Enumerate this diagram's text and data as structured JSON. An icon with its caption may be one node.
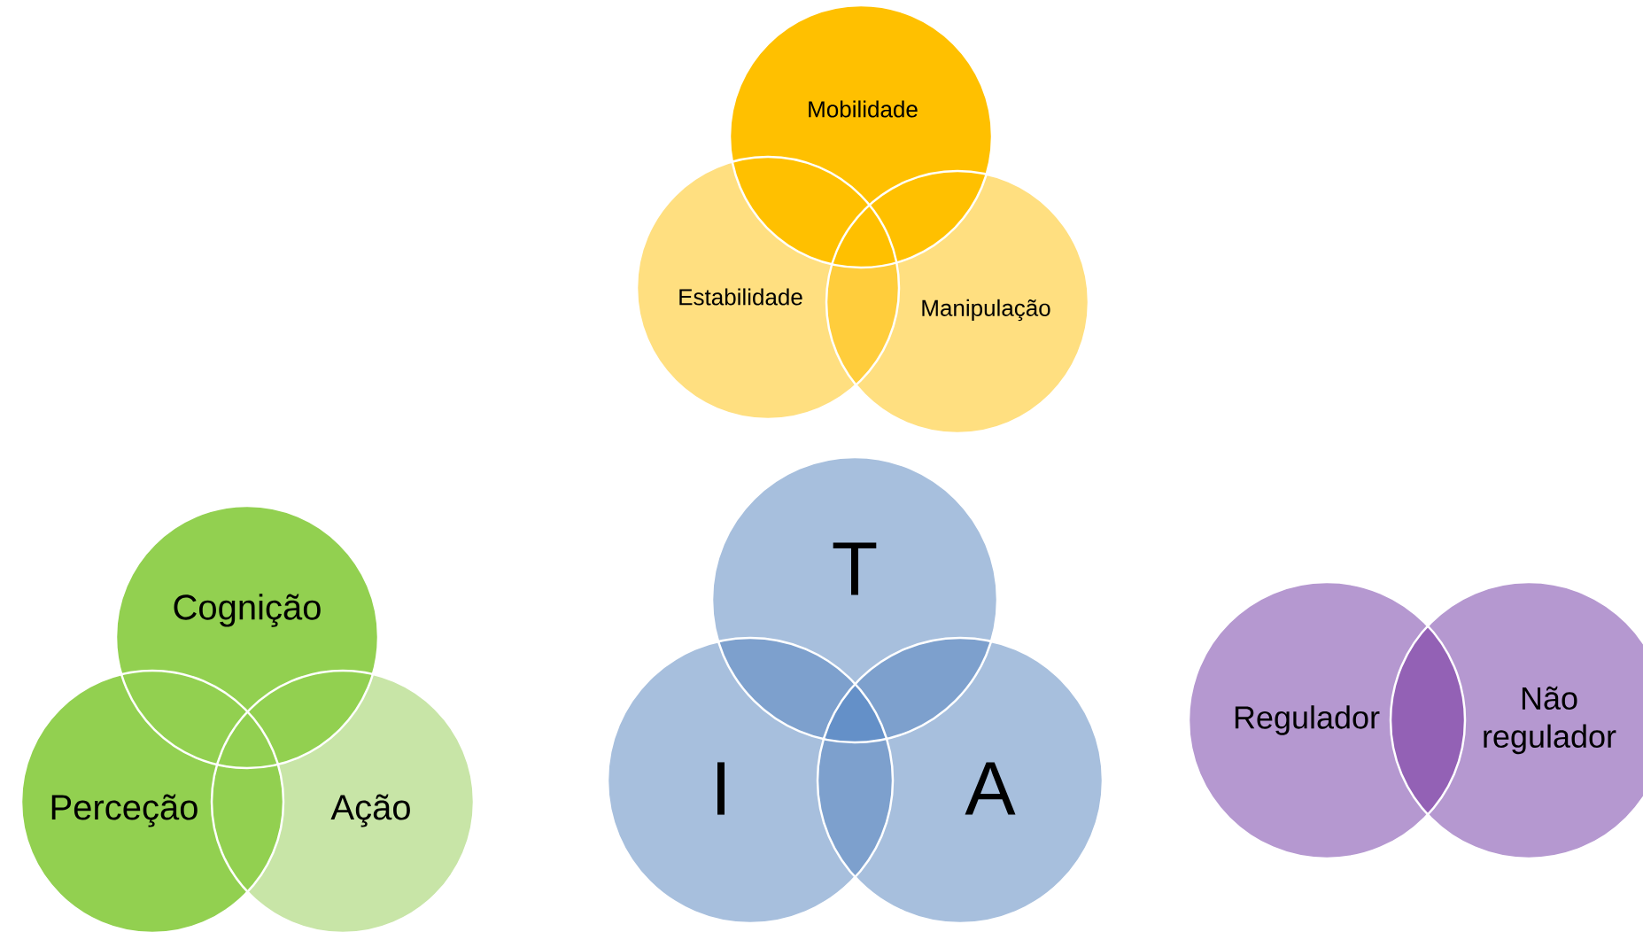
{
  "diagram": {
    "nodes": [
      {
        "text": [
          "Mobilidade"
        ]
      },
      {
        "text": [
          "Estabilidade"
        ]
      },
      {
        "text": [
          "Manipulação"
        ]
      },
      {
        "text": [
          "Cognição"
        ]
      },
      {
        "text": [
          "Perceção"
        ]
      },
      {
        "text": [
          "Ação"
        ]
      },
      {
        "text": [
          "T"
        ]
      },
      {
        "text": [
          "I"
        ]
      },
      {
        "text": [
          "A"
        ]
      },
      {
        "text": [
          "Regulador"
        ]
      },
      {
        "text": [
          "Não regulador"
        ]
      }
    ]
  }
}
